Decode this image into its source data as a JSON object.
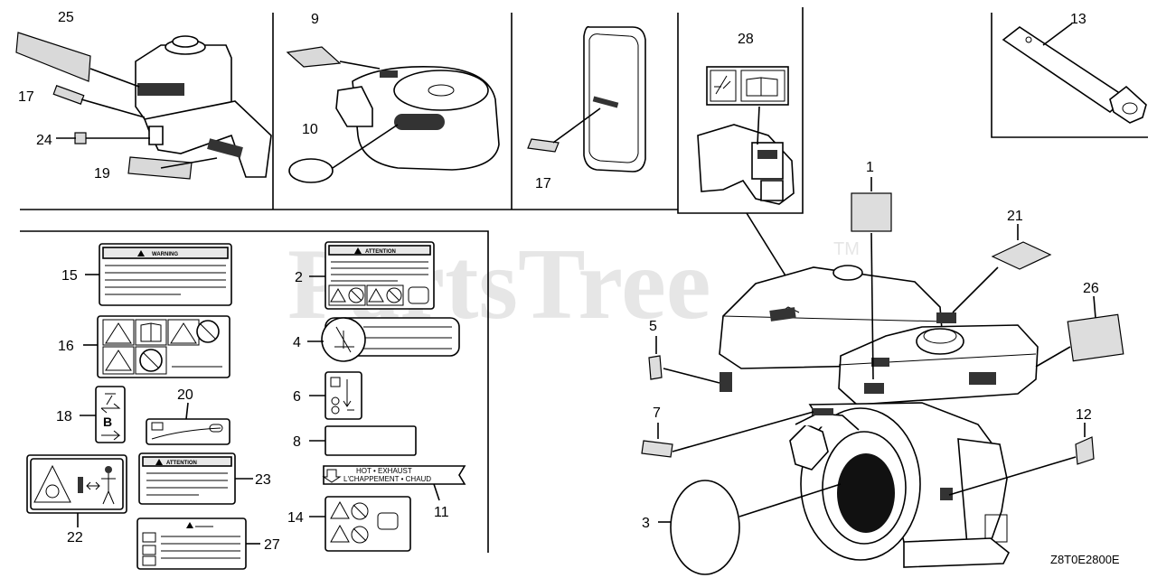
{
  "watermark": {
    "text": "PartsTree",
    "trademark": "TM"
  },
  "diagram_code": "Z8T0E2800E",
  "labels": {
    "l1": "1",
    "l2": "2",
    "l3": "3",
    "l4": "4",
    "l5": "5",
    "l6": "6",
    "l7": "7",
    "l8": "8",
    "l9": "9",
    "l10": "10",
    "l11": "11",
    "l12": "12",
    "l13": "13",
    "l14": "14",
    "l15": "15",
    "l16": "16",
    "l17a": "17",
    "l17b": "17",
    "l18": "18",
    "l19": "19",
    "l20": "20",
    "l21": "21",
    "l22": "22",
    "l23": "23",
    "l24": "24",
    "l25": "25",
    "l26": "26",
    "l27": "27",
    "l28": "28"
  },
  "decal_text": {
    "warning": "WARNING",
    "attention_2": "ATTENTION",
    "attention_23": "ATTENTION",
    "exhaust_line1": "HOT • EXHAUST",
    "exhaust_line2": "L'CHAPPEMENT • CHAUD"
  }
}
